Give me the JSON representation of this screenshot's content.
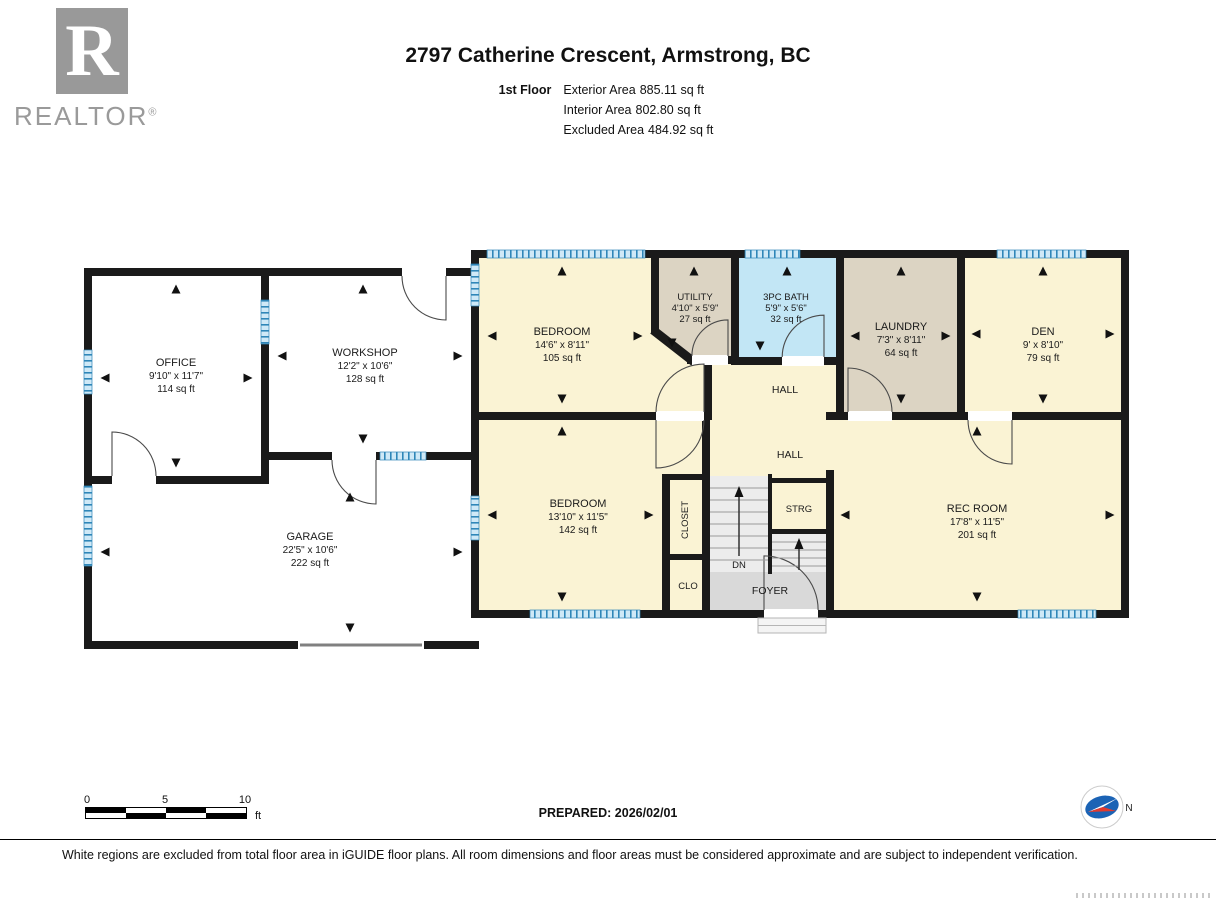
{
  "branding": {
    "logo_letter": "R",
    "logo_word": "REALTOR",
    "registered": "®"
  },
  "header": {
    "title": "2797 Catherine Crescent, Armstrong, BC",
    "floor_label": "1st Floor",
    "areas": [
      {
        "label": "Exterior Area",
        "value": "885.11 sq ft"
      },
      {
        "label": "Interior Area",
        "value": "802.80 sq ft"
      },
      {
        "label": "Excluded Area",
        "value": "484.92 sq ft"
      }
    ]
  },
  "rooms": {
    "office": {
      "name": "OFFICE",
      "dims": "9'10\" x 11'7\"",
      "area": "114 sq ft"
    },
    "workshop": {
      "name": "WORKSHOP",
      "dims": "12'2\" x 10'6\"",
      "area": "128 sq ft"
    },
    "garage": {
      "name": "GARAGE",
      "dims": "22'5\" x 10'6\"",
      "area": "222 sq ft"
    },
    "bedroom_upper": {
      "name": "BEDROOM",
      "dims": "14'6\" x 8'11\"",
      "area": "105 sq ft"
    },
    "utility": {
      "name": "UTILITY",
      "dims": "4'10\" x 5'9\"",
      "area": "27 sq ft"
    },
    "bath": {
      "name": "3PC BATH",
      "dims": "5'9\" x 5'6\"",
      "area": "32 sq ft"
    },
    "laundry": {
      "name": "LAUNDRY",
      "dims": "7'3\" x 8'11\"",
      "area": "64 sq ft"
    },
    "den": {
      "name": "DEN",
      "dims": "9' x 8'10\"",
      "area": "79 sq ft"
    },
    "hall_upper": {
      "name": "HALL"
    },
    "hall_lower": {
      "name": "HALL"
    },
    "bedroom_lower": {
      "name": "BEDROOM",
      "dims": "13'10\" x 11'5\"",
      "area": "142 sq ft"
    },
    "closet": {
      "name": "CLOSET"
    },
    "storage": {
      "name": "STRG"
    },
    "rec_room": {
      "name": "REC ROOM",
      "dims": "17'8\" x 11'5\"",
      "area": "201 sq ft"
    },
    "clo": {
      "name": "CLO"
    },
    "foyer": {
      "name": "FOYER"
    },
    "stairs_down": {
      "label": "DN"
    }
  },
  "palette": {
    "room_standard": "#FAF3D4",
    "room_tile": "#DCD4C3",
    "room_bath": "#C2E6F5",
    "room_foyer": "#D9D9D9",
    "room_stairs": "#ECECEC",
    "wall": "#1A1A1A",
    "window": "#2F86B8"
  },
  "footer": {
    "scale": {
      "ticks": [
        "0",
        "5",
        "10"
      ],
      "unit": "ft"
    },
    "prepared": "PREPARED: 2026/02/01",
    "compass_label": "N",
    "disclaimer": "White regions are excluded from total floor area in iGUIDE floor plans. All room dimensions and floor areas must be considered approximate and are subject to independent verification."
  }
}
